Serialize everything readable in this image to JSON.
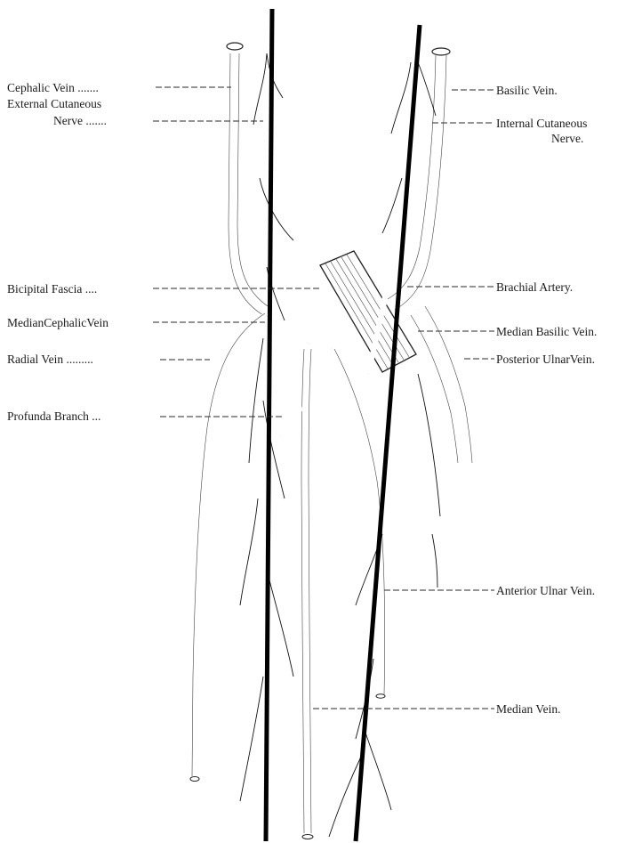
{
  "figure": {
    "labels_left": {
      "cephalic_vein": "Cephalic Vein .......",
      "external_cutaneous_nerve_1": "External Cutaneous",
      "external_cutaneous_nerve_2": "Nerve .......",
      "bicipital_fascia": "Bicipital Fascia ....",
      "median_cephalic_vein": "MedianCephalicVein",
      "radial_vein": "Radial Vein .........",
      "profunda_branch": "Profunda Branch ..."
    },
    "labels_right": {
      "basilic_vein": "Basilic Vein.",
      "internal_cutaneous_nerve_1": "Internal Cutaneous",
      "internal_cutaneous_nerve_2": "Nerve.",
      "brachial_artery": "Brachial Artery.",
      "median_basilic_vein": "Median Basilic Vein.",
      "posterior_ulnar_vein": "Posterior UlnarVein.",
      "anterior_ulnar_vein": "Anterior Ulnar Vein.",
      "median_vein": "Median Vein."
    },
    "colors": {
      "ink": "#1a1a1a",
      "paper": "#ffffff"
    }
  }
}
